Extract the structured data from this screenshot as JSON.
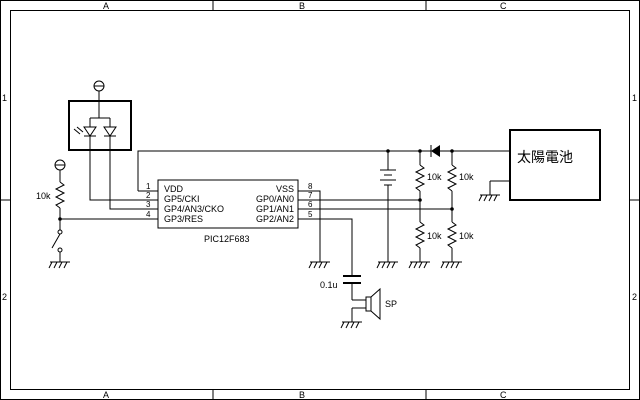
{
  "frame": {
    "columns": [
      "A",
      "B",
      "C"
    ],
    "rows": [
      "1",
      "2"
    ]
  },
  "ic": {
    "part": "PIC12F683",
    "left_pins": [
      {
        "num": "1",
        "name": "VDD"
      },
      {
        "num": "2",
        "name": "GP5/CKI"
      },
      {
        "num": "3",
        "name": "GP4/AN3/CKO"
      },
      {
        "num": "4",
        "name": "GP3/RES"
      }
    ],
    "right_pins": [
      {
        "num": "8",
        "name": "VSS"
      },
      {
        "num": "7",
        "name": "GP0/AN0"
      },
      {
        "num": "6",
        "name": "GP1/AN1"
      },
      {
        "num": "5",
        "name": "GP2/AN2"
      }
    ]
  },
  "components": {
    "pullup_resistor": "10k",
    "divider_r_top_1": "10k",
    "divider_r_bot_1": "10k",
    "divider_r_top_2": "10k",
    "divider_r_bot_2": "10k",
    "capacitor": "0.1u",
    "speaker": "SP",
    "solar_cell": "太陽電池"
  }
}
